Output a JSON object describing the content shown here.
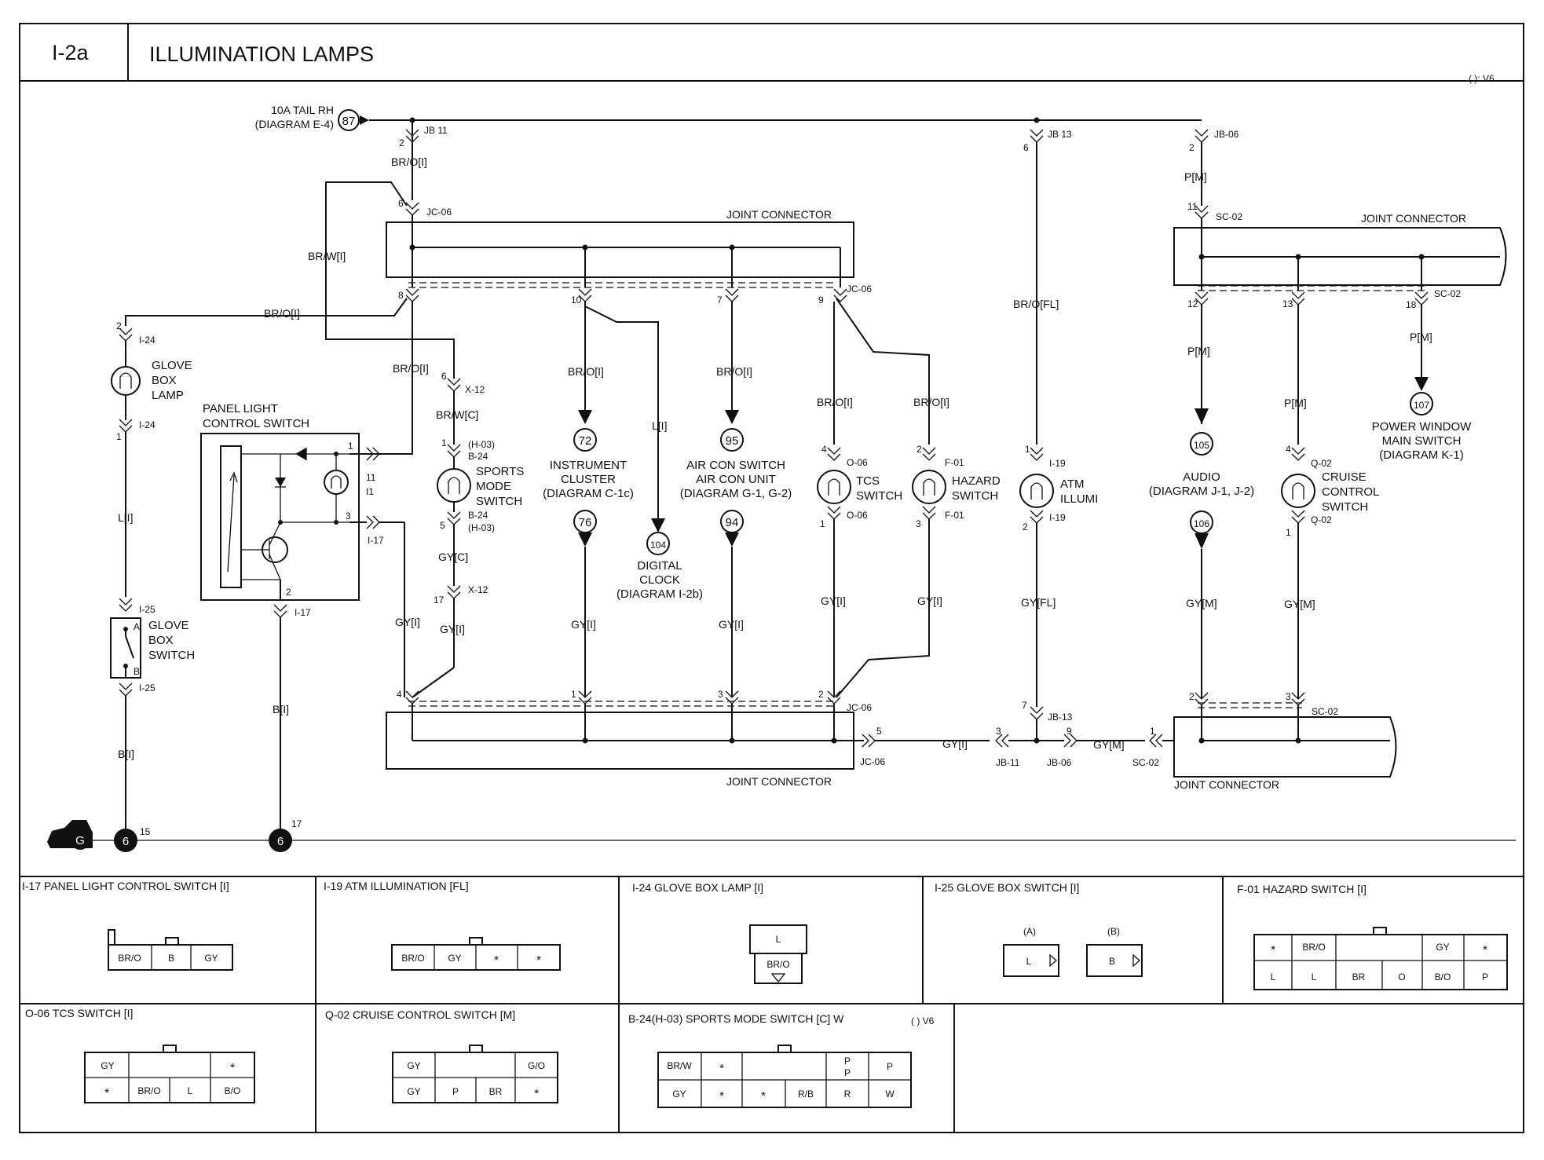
{
  "page": {
    "code": "I-2a",
    "title": "ILLUMINATION LAMPS",
    "variant_note": "(  ): V6"
  },
  "power": {
    "fuse": "10A TAIL RH",
    "diagram_ref": "(DIAGRAM E-4)",
    "ref_node": "87"
  },
  "junction_blocks": {
    "jb11_top": "JB 11",
    "jb13_top": "JB 13",
    "jb06_top": "JB-06",
    "jb11_bottom": "JB-11",
    "jb13_bottom": "JB-13",
    "jb06_bottom": "JB-06"
  },
  "joint_connectors": {
    "left_top_label": "JOINT CONNECTOR",
    "left_top_id": "JC-06",
    "left_bottom_label": "JOINT CONNECTOR",
    "left_bottom_id": "JC-06",
    "right_top_label": "JOINT CONNECTOR",
    "right_top_id": "SC-02",
    "right_bottom_label": "JOINT CONNECTOR",
    "right_bottom_id": "SC-02"
  },
  "wires": {
    "bro_i": "BR/O[I]",
    "brw_i": "BR/W[I]",
    "brw_c": "BR/W[C]",
    "bro_fl": "BR/O[FL]",
    "p_m": "P[M]",
    "l_i": "L[I]",
    "b_i": "B[I]",
    "gy_c": "GY[C]",
    "gy_i": "GY[I]",
    "gy_fl": "GY[FL]",
    "gy_m": "GY[M]"
  },
  "components": {
    "glove_box_lamp": "GLOVE\nBOX\nLAMP",
    "panel_light_switch": "PANEL LIGHT\nCONTROL SWITCH",
    "sports_mode_switch": "SPORTS\nMODE\nSWITCH",
    "instrument_cluster": "INSTRUMENT\nCLUSTER\n(DIAGRAM C-1c)",
    "digital_clock": "DIGITAL\nCLOCK\n(DIAGRAM I-2b)",
    "air_con": "AIR CON SWITCH\nAIR CON UNIT\n(DIAGRAM G-1, G-2)",
    "tcs_switch": "TCS\nSWITCH",
    "hazard_switch": "HAZARD\nSWITCH",
    "atm_illumi": "ATM\nILLUMI",
    "audio": "AUDIO\n(DIAGRAM J-1, J-2)",
    "cruise_switch": "CRUISE\nCONTROL\nSWITCH",
    "power_window": "POWER WINDOW\nMAIN SWITCH\n(DIAGRAM K-1)",
    "glove_box_switch": "GLOVE\nBOX\nSWITCH"
  },
  "ref_nodes": [
    "72",
    "76",
    "95",
    "94",
    "104",
    "105",
    "106",
    "107"
  ],
  "connectors_ids": {
    "i24": "I-24",
    "i25": "I-25",
    "i17": "I-17",
    "i19": "I-19",
    "x12": "X-12",
    "b24": "B-24",
    "h03": "(H-03)",
    "o06": "O-06",
    "f01": "F-01",
    "q02": "Q-02"
  },
  "ground": {
    "symbol": "G",
    "node": "6"
  },
  "connector_views": [
    {
      "title": "I-17 PANEL LIGHT CONTROL SWITCH [I]",
      "pins": [
        "BR/O",
        "B",
        "GY"
      ]
    },
    {
      "title": "I-19 ATM ILLUMINATION [FL]",
      "pins": [
        "BR/O",
        "GY",
        "*",
        "*"
      ]
    },
    {
      "title": "I-24 GLOVE BOX LAMP [I]",
      "pins": [
        "L",
        "BR/O"
      ]
    },
    {
      "title": "I-25 GLOVE BOX SWITCH [I]",
      "pins": [
        "(A)",
        "L",
        "(B)",
        "B"
      ]
    },
    {
      "title": "F-01 HAZARD SWITCH [I]",
      "pins": [
        "*",
        "BR/O",
        "GY",
        "*",
        "L",
        "L",
        "BR",
        "O",
        "B/O",
        "P"
      ]
    },
    {
      "title": "O-06 TCS SWITCH [I]",
      "pins": [
        "GY",
        "*",
        "*",
        "BR/O",
        "L",
        "B/O"
      ]
    },
    {
      "title": "Q-02 CRUISE CONTROL SWITCH [M]",
      "pins": [
        "GY",
        "G/O",
        "GY",
        "P",
        "BR",
        "*"
      ]
    },
    {
      "title": "B-24(H-03) SPORTS MODE SWITCH [C] W",
      "note": "(  ) V6",
      "pins": [
        "BR/W",
        "*",
        "P",
        "P",
        "P",
        "GY",
        "*",
        "*",
        "R/B",
        "R",
        "W"
      ]
    }
  ]
}
